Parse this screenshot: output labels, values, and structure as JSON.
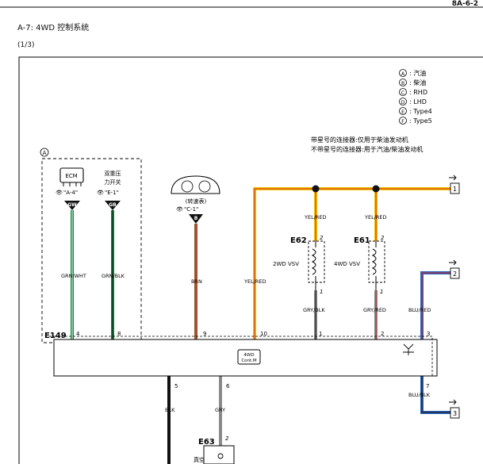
{
  "page_ref": "8A-6-2",
  "title": "A-7: 4WD 控制系统",
  "subtitle": "(1/3)",
  "legend": [
    {
      "key": "A",
      "text": ": 汽油"
    },
    {
      "key": "B",
      "text": ": 柴油"
    },
    {
      "key": "C",
      "text": ": RHD"
    },
    {
      "key": "D",
      "text": ": LHD"
    },
    {
      "key": "E",
      "text": ": Type4"
    },
    {
      "key": "F",
      "text": ": Type5"
    }
  ],
  "notes": [
    "带星号的连接器:仅用于柴油发动机",
    "不带星号的连接器:用于汽油/柴油发动机"
  ],
  "region_marker": "A",
  "ecm": {
    "label": "ECM",
    "ref": "\"A-4\"",
    "marker": "GW"
  },
  "pressure_switch": {
    "label_line1": "双重压",
    "label_line2": "力开关",
    "ref": "\"E-1\"",
    "marker": "GB"
  },
  "speedometer": {
    "label": "(转速表)",
    "ref": "\"C-1\"",
    "marker": "B"
  },
  "wires": {
    "grn_wht": "GRN/WHT",
    "grn_blk": "GRN/BLK",
    "brn": "BRN",
    "yel_red": "YEL/RED",
    "yel_red_e62": "YEL/RED",
    "yel_red_e61": "YEL/RED",
    "gry_blk": "GRY/BLK",
    "gry_red": "GRY/RED",
    "blu_red": "BLU/RED",
    "blu_blk": "BLU/BLK",
    "blk": "BLK",
    "gry": "GRY"
  },
  "vsv_2wd": {
    "conn": "E62",
    "label": "2WD VSV",
    "pin_top": "2",
    "pin_bot": "1"
  },
  "vsv_4wd": {
    "conn": "E61",
    "label": "4WD VSV",
    "pin_top": "2",
    "pin_bot": "1"
  },
  "control_module": {
    "conn": "E149",
    "label_line1": "4WD",
    "label_line2": "Cont.M",
    "pins_top": [
      "4",
      "8",
      "9",
      "10",
      "1",
      "2",
      "3"
    ],
    "pins_bottom": [
      "5",
      "6",
      "7"
    ]
  },
  "e63": {
    "conn": "E63",
    "pin": "2",
    "label": "真空"
  },
  "offpage": [
    "1",
    "2",
    "3"
  ],
  "colors": {
    "yellow": "#f5c400",
    "green": "#0c8a3a",
    "brown": "#a0522d",
    "blue": "#2a63b8",
    "red": "#d02020",
    "gray": "#8a8a8a",
    "black": "#111111"
  }
}
